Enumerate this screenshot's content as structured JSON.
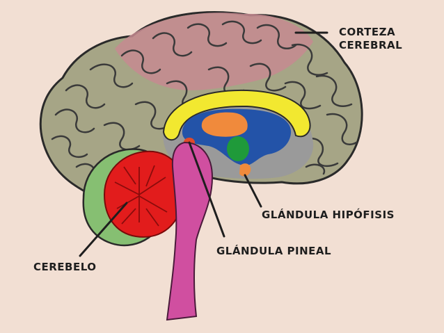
{
  "labels": {
    "cortex_line1": "CORTEZA",
    "cortex_line2": "CEREBRAL",
    "pituitary": "GLÁNDULA HIPÓFISIS",
    "pineal": "GLÁNDULA PINEAL",
    "cerebellum": "CEREBELO"
  },
  "colors": {
    "background": "#f2dfd3",
    "cortex_gray": "#a6a586",
    "cortex_pink": "#c58a90",
    "corpus_callosum": "#f2e830",
    "ventricle_blue": "#2353a8",
    "thalamus_orange": "#f08a3c",
    "hypothalamus_green": "#1f9a3a",
    "cerebellum_red": "#e21c1c",
    "brainstem_magenta": "#d04fa0",
    "occipital_green": "#86bf72"
  }
}
